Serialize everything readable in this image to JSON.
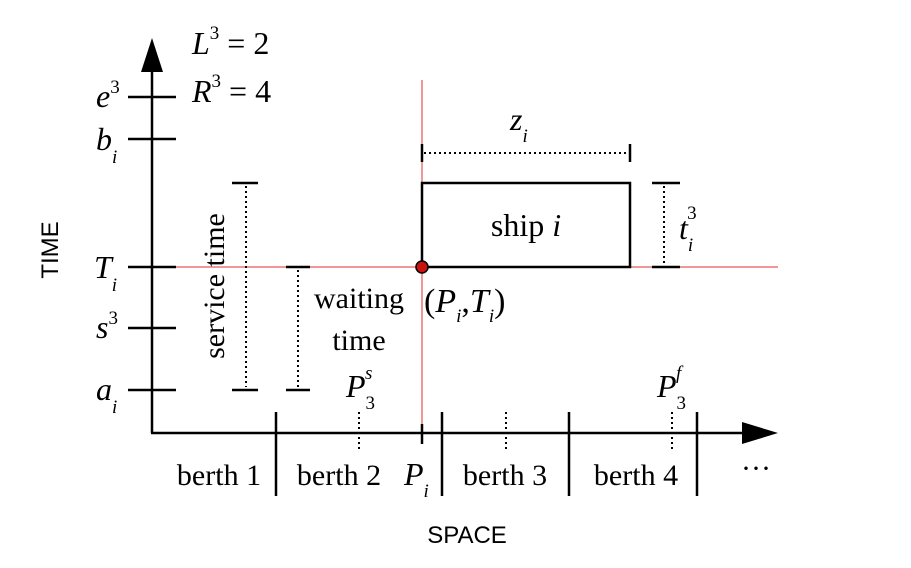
{
  "axes": {
    "y_label": "TIME",
    "x_label": "SPACE"
  },
  "params": {
    "L_symbol": "L",
    "L_sup": "3",
    "L_value": "= 2",
    "R_symbol": "R",
    "R_sup": "3",
    "R_value": "= 4"
  },
  "y_ticks": {
    "e": {
      "base": "e",
      "sup": "3"
    },
    "b": {
      "base": "b",
      "sub": "i"
    },
    "T": {
      "base": "T",
      "sub": "i"
    },
    "s": {
      "base": "s",
      "sup": "3"
    },
    "a": {
      "base": "a",
      "sub": "i"
    }
  },
  "berths": [
    "berth 1",
    "berth 2",
    "berth 3",
    "berth 4"
  ],
  "ellipsis": "···",
  "x_marks": {
    "P_base": "P",
    "P_sub": "i",
    "P3s_base": "P",
    "P3s_sub": "3",
    "P3s_sup": "s",
    "P3f_base": "P",
    "P3f_sub": "3",
    "P3f_sup": "f"
  },
  "ship": {
    "label_text": "ship ",
    "label_var": "i",
    "length_base": "z",
    "length_sub": "i",
    "handling_base": "t",
    "handling_sub": "i",
    "handling_sup": "3"
  },
  "point": {
    "open": "(",
    "P_base": "P",
    "P_sub": "i",
    "comma": ",",
    "T_base": "T",
    "T_sub": "i",
    "close": ")"
  },
  "intervals": {
    "service": "service time",
    "waiting_line1": "waiting",
    "waiting_line2": "time"
  },
  "colors": {
    "axis": "#000000",
    "guide_line": "#e03030",
    "point_fill": "#cc1111"
  }
}
